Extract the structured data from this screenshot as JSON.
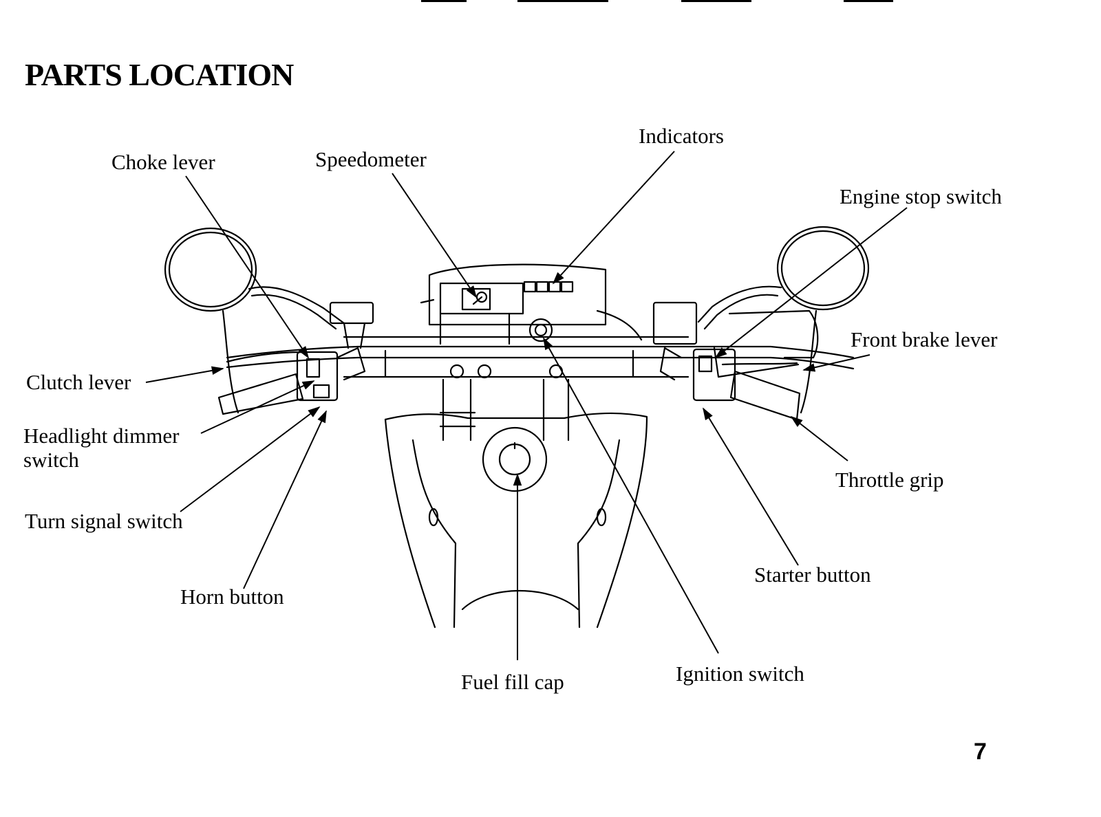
{
  "page": {
    "title": "PARTS LOCATION",
    "page_number": "7"
  },
  "labels": {
    "choke_lever": "Choke lever",
    "speedometer": "Speedometer",
    "indicators": "Indicators",
    "engine_stop_switch": "Engine stop switch",
    "clutch_lever": "Clutch lever",
    "front_brake_lever": "Front brake lever",
    "headlight_dimmer_switch_line1": "Headlight dimmer",
    "headlight_dimmer_switch_line2": "switch",
    "throttle_grip": "Throttle grip",
    "turn_signal_switch": "Turn signal switch",
    "horn_button": "Horn button",
    "starter_button": "Starter button",
    "fuel_fill_cap": "Fuel fill cap",
    "ignition_switch": "Ignition switch"
  },
  "colors": {
    "ink": "#000000",
    "paper": "#ffffff"
  }
}
